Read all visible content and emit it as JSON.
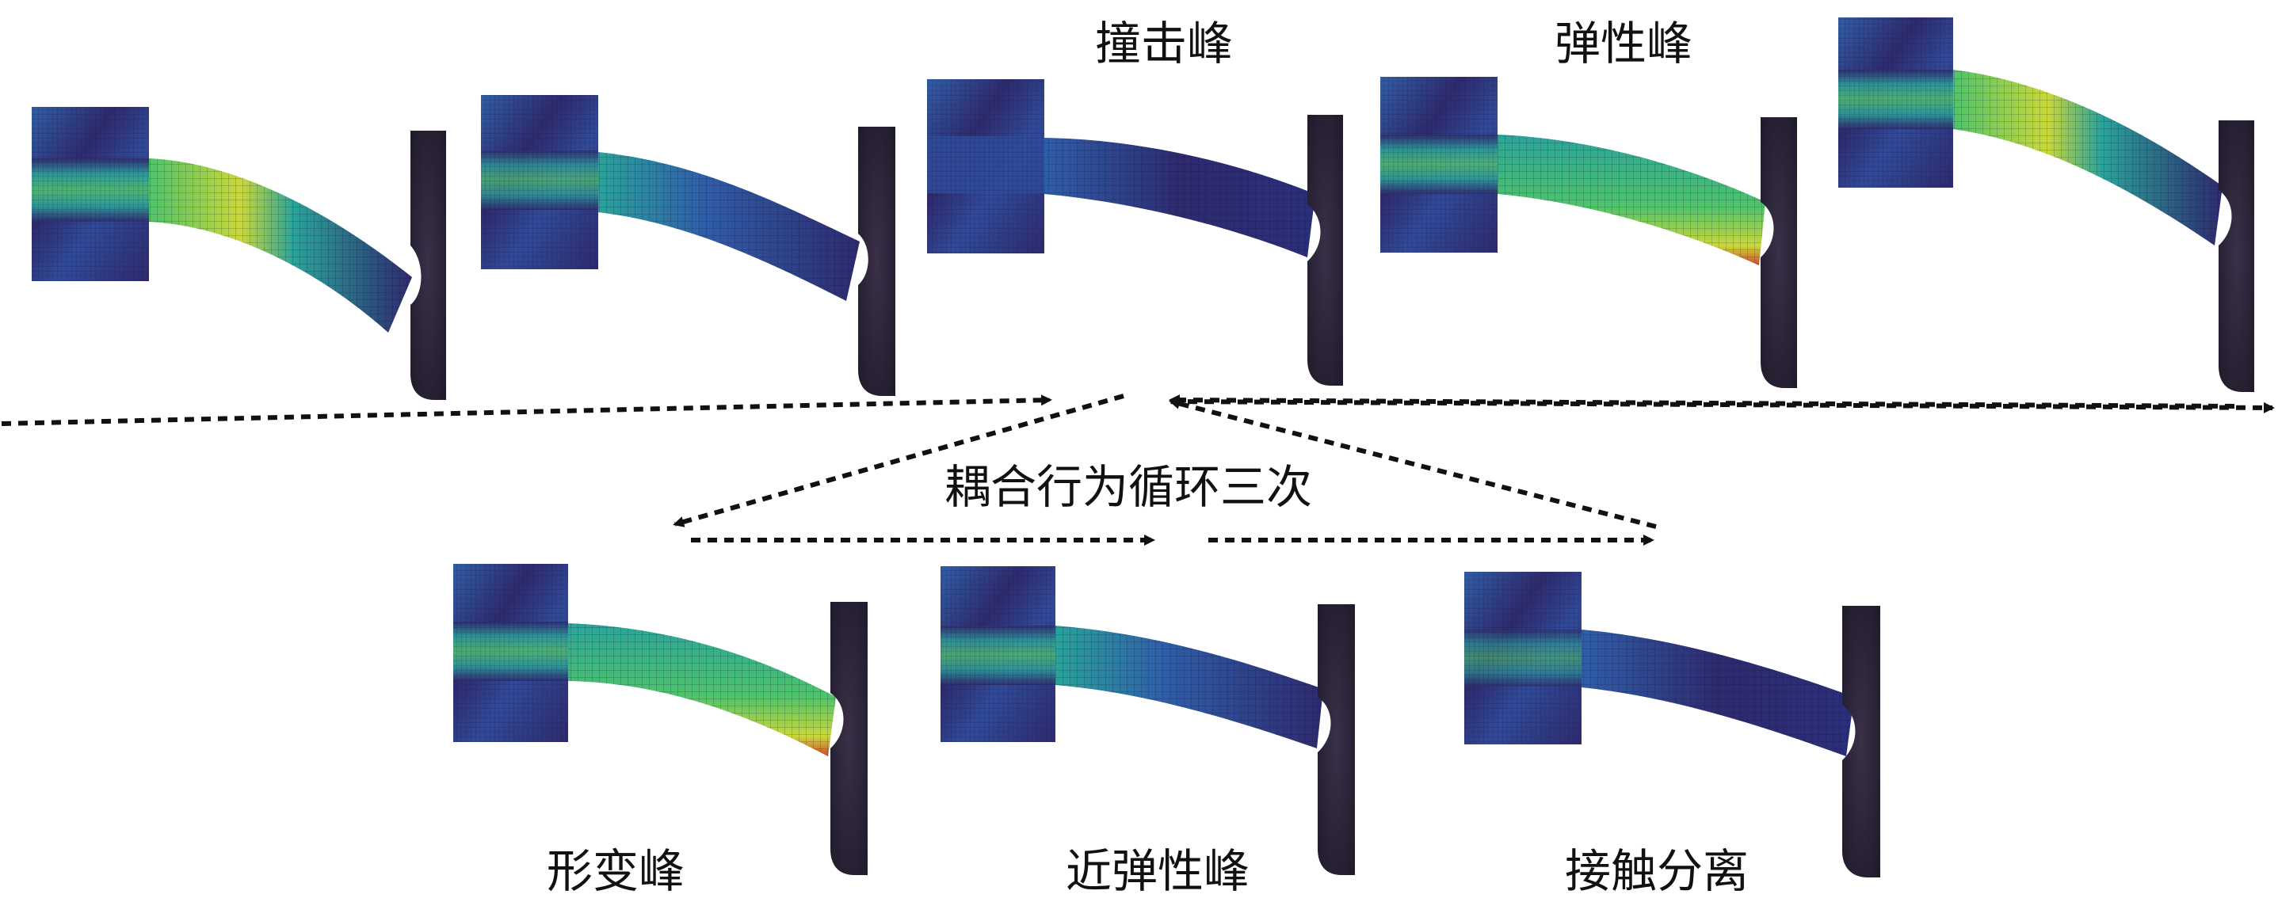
{
  "labels": {
    "impact_peak": "撞击峰",
    "elastic_peak": "弹性峰",
    "cycle_note": "耦合行为循环三次",
    "deformation_peak": "形变峰",
    "near_elastic_peak": "近弹性峰",
    "contact_separation": "接触分离"
  },
  "colors": {
    "fem_dark": "#2e2a6e",
    "fem_blue": "#2f5ea8",
    "fem_teal": "#2aa39a",
    "fem_green": "#4fc36b",
    "fem_yellow": "#c9d83a",
    "fem_red": "#d0482a",
    "wall": "#2a2236",
    "arrow": "#111111"
  },
  "frames": [
    {
      "id": "frame-1",
      "stress": "high-root"
    },
    {
      "id": "frame-2",
      "stress": "medium"
    },
    {
      "id": "frame-3",
      "stress": "low",
      "label_key": "impact_peak"
    },
    {
      "id": "frame-4",
      "stress": "high-bottom",
      "label_key": "elastic_peak"
    },
    {
      "id": "frame-5",
      "stress": "high-root"
    },
    {
      "id": "frame-6",
      "stress": "high-bottom",
      "label_key": "deformation_peak"
    },
    {
      "id": "frame-7",
      "stress": "medium",
      "label_key": "near_elastic_peak"
    },
    {
      "id": "frame-8",
      "stress": "low",
      "label_key": "contact_separation"
    }
  ]
}
